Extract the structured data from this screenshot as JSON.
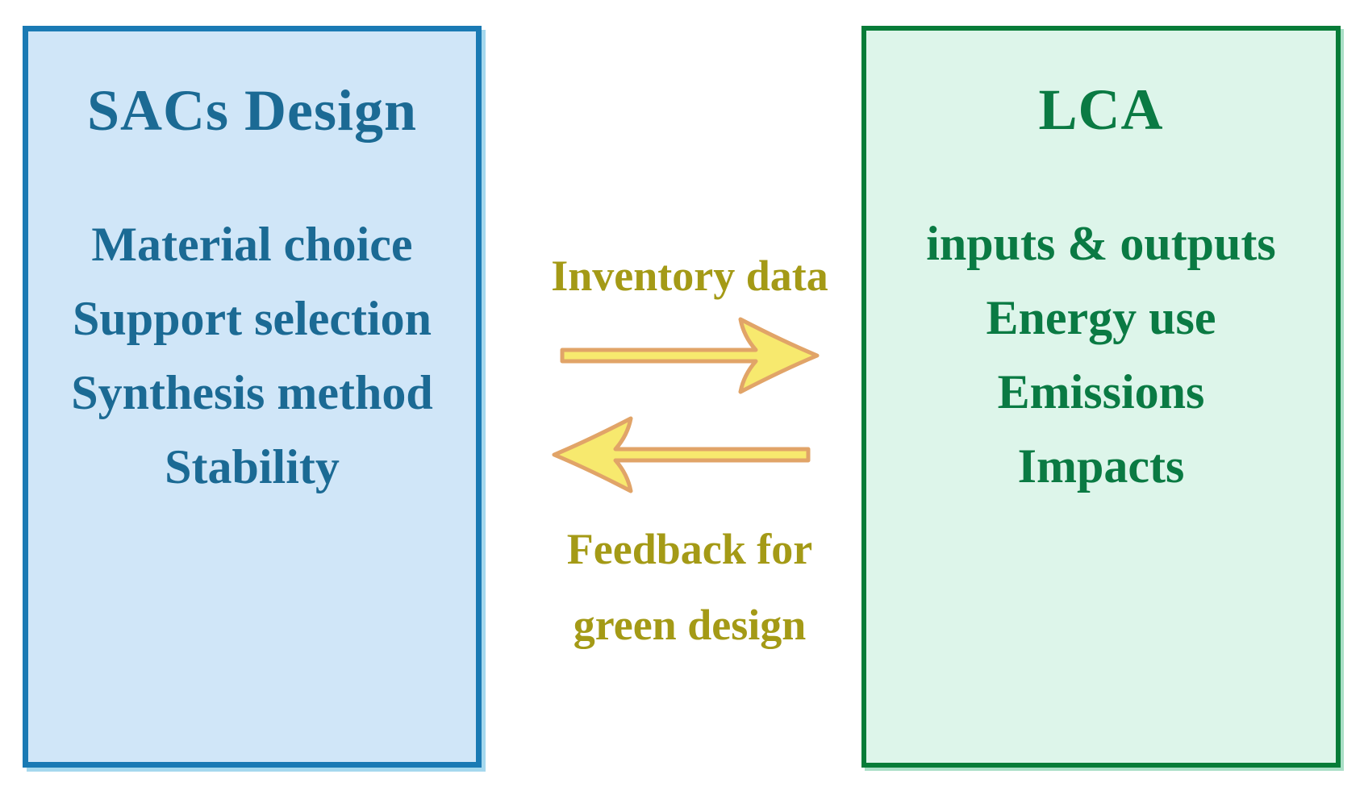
{
  "diagram": {
    "left_box": {
      "title": "SACs Design",
      "items": [
        "Material choice",
        "Support selection",
        "Synthesis method",
        "Stability"
      ]
    },
    "right_box": {
      "title": "LCA",
      "items": [
        "inputs & outputs",
        "Energy use",
        "Emissions",
        "Impacts"
      ]
    },
    "flows": {
      "forward_label": "Inventory data",
      "feedback_label_line1": "Feedback for",
      "feedback_label_line2": "green design"
    },
    "colors": {
      "left_box_fill": "#d0e6f8",
      "left_box_border": "#1a7ab4",
      "left_text": "#1b6a94",
      "right_box_fill": "#ddf5ea",
      "right_box_border": "#077c38",
      "right_text": "#0a7a43",
      "flow_label_text": "#a49a16",
      "arrow_fill": "#f7e96e",
      "arrow_outline": "#e1a468"
    }
  }
}
